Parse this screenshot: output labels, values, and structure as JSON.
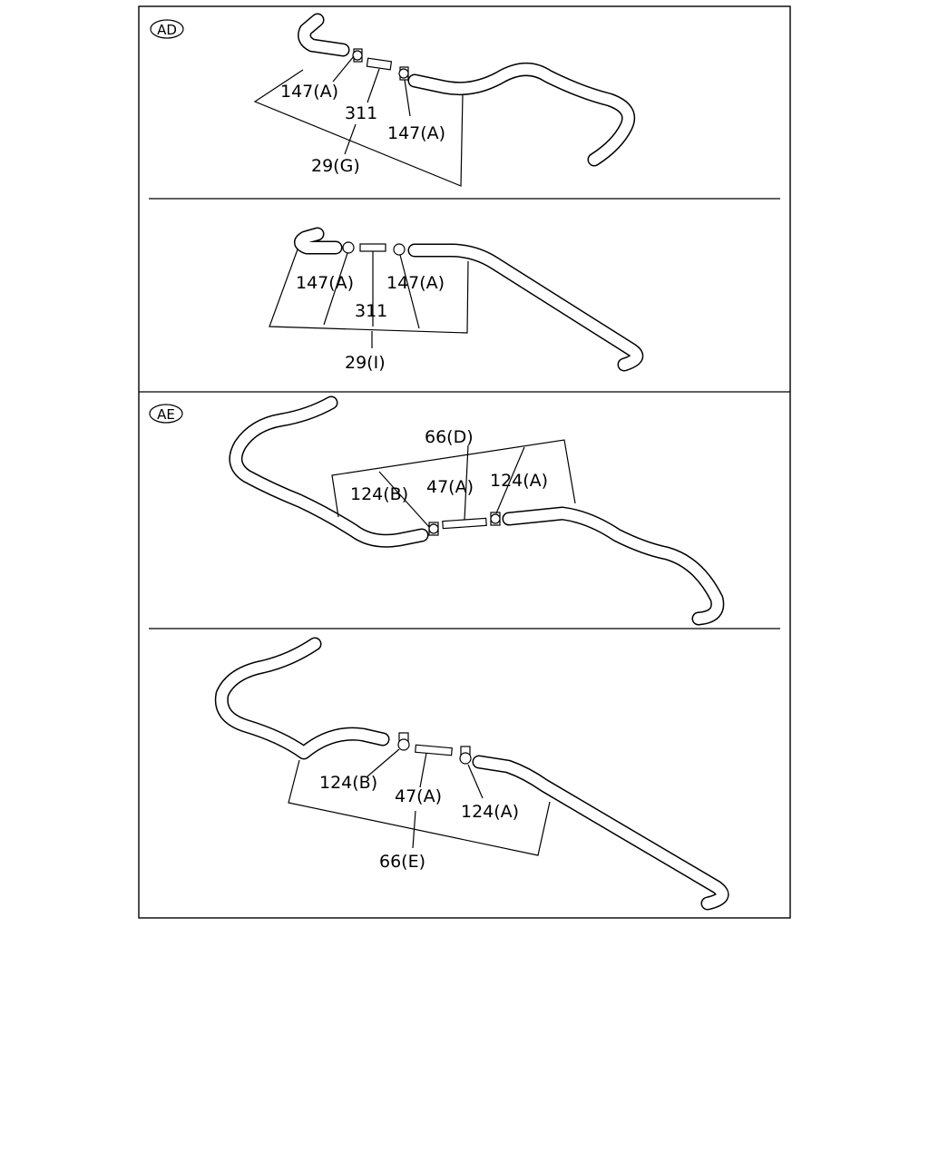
{
  "section_ad": {
    "tag": "AD",
    "upper": {
      "clamp_left": "147(A)",
      "connector": "311",
      "clamp_right": "147(A)",
      "assembly": "29(G)"
    },
    "lower": {
      "clamp_left": "147(A)",
      "clamp_right": "147(A)",
      "connector": "311",
      "assembly": "29(I)"
    }
  },
  "section_ae": {
    "tag": "AE",
    "upper": {
      "assembly": "66(D)",
      "hose_left": "124(B)",
      "connector": "47(A)",
      "hose_right": "124(A)"
    },
    "lower": {
      "hose_left": "124(B)",
      "connector": "47(A)",
      "hose_right": "124(A)",
      "assembly": "66(E)"
    }
  }
}
